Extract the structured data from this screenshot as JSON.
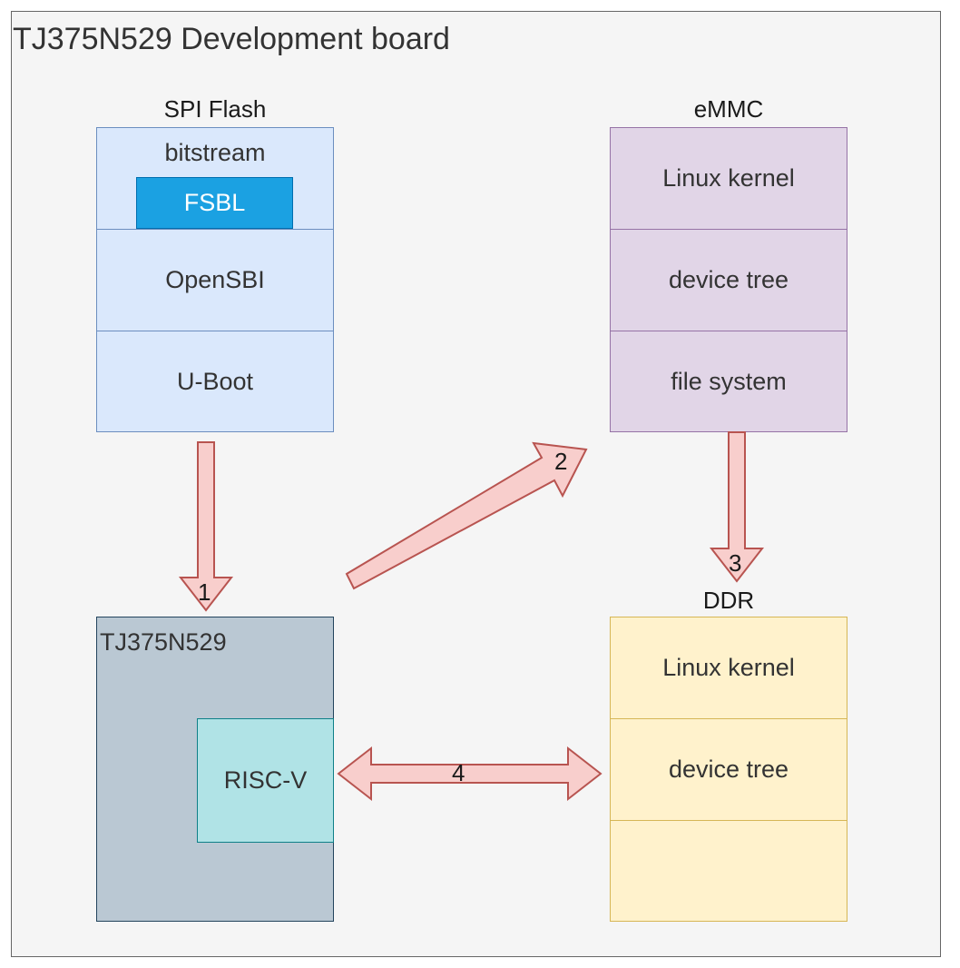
{
  "board": {
    "title": "TJ375N529 Development board"
  },
  "spi_flash": {
    "caption": "SPI Flash",
    "sections": [
      "bitstream",
      "OpenSBI",
      "U-Boot"
    ],
    "fsbl": "FSBL"
  },
  "emmc": {
    "caption": "eMMC",
    "sections": [
      "Linux kernel",
      "device tree",
      "file system"
    ]
  },
  "ddr": {
    "caption": "DDR",
    "sections": [
      "Linux kernel",
      "device tree",
      ""
    ]
  },
  "soc": {
    "label": "TJ375N529",
    "core": "RISC-V"
  },
  "arrows": {
    "step1": "1",
    "step2": "2",
    "step3": "3",
    "step4": "4"
  },
  "colors": {
    "spi_fill": "#dae8fc",
    "spi_stroke": "#6c8ebf",
    "fsbl_fill": "#1ba1e2",
    "emmc_fill": "#e1d5e7",
    "emmc_stroke": "#9673a6",
    "ddr_fill": "#fff2cc",
    "ddr_stroke": "#d6b656",
    "soc_fill": "#bac8d3",
    "core_fill": "#b0e3e6",
    "arrow_fill": "#f8cecc",
    "arrow_stroke": "#b85450"
  }
}
